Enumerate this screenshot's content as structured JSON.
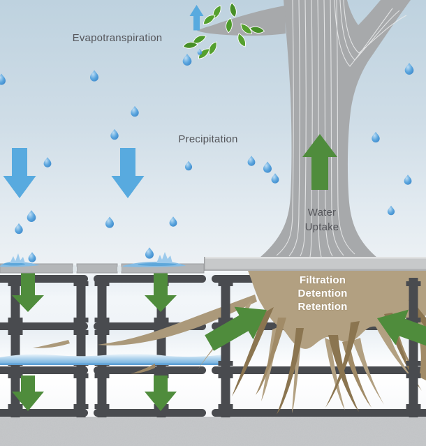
{
  "labels": {
    "evapotranspiration": "Evapotranspiration",
    "precipitation": "Precipitation",
    "water_uptake_line1": "Water",
    "water_uptake_line2": "Uptake",
    "process_line1": "Filtration",
    "process_line2": "Detention",
    "process_line3": "Retention"
  },
  "colors": {
    "sky_top": "#bed2df",
    "sky_bottom": "#eef2f5",
    "arrow_blue": "#58aadf",
    "arrow_green": "#4f8c3c",
    "tree_gray": "#a7a9ab",
    "tree_grain": "#e9eaeb",
    "leaf_green": "#55a02f",
    "frame_gray": "#494b4f",
    "water_blue": "#6cacdc",
    "root_tan": "#b2a081",
    "root_dark": "#8b7550",
    "pavement_gray": "#b4b6b8",
    "slab_gray": "#c7c9ca",
    "subgrade_gray": "#c6c8ca",
    "label_dark": "#54555a",
    "label_light": "#ffffff"
  },
  "elements": {
    "rain_drop_count": 21,
    "precipitation_arrows": 2,
    "evapotranspiration_arrows": 1,
    "water_uptake_arrows": 1,
    "infiltration_arrows_upper": 2,
    "infiltration_arrows_lower": 2,
    "root_inflow_arrows": 2,
    "soil_cell_modules": 3
  }
}
